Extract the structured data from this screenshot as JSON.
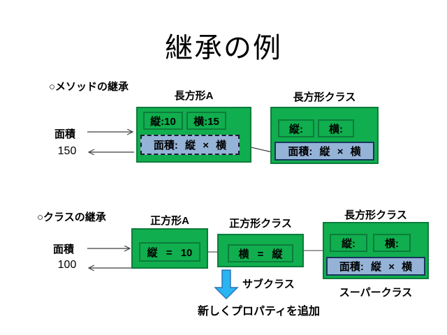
{
  "slide": {
    "title": "継承の例",
    "method_inheritance": {
      "heading": "○メソッドの継承",
      "area_label": "面積",
      "area_result": "150",
      "instance_box": {
        "title": "長方形A",
        "field1": "縦:10",
        "field2": "横:15",
        "formula": "面積: 縦 × 横"
      },
      "class_box": {
        "title": "長方形クラス",
        "field1": "縦:",
        "field2": "横:",
        "formula": "面積: 縦 × 横"
      }
    },
    "class_inheritance": {
      "heading": "○クラスの継承",
      "area_label": "面積",
      "area_result": "100",
      "square_instance_box": {
        "title": "正方形A",
        "field": "縦 = 10"
      },
      "square_class_box": {
        "title": "正方形クラス",
        "field": "横 = 縦"
      },
      "rect_class_box": {
        "title": "長方形クラス",
        "field1": "縦:",
        "field2": "横:",
        "formula": "面積: 縦 × 横"
      },
      "subclass_label": "サブクラス",
      "superclass_label": "スーパークラス",
      "note": "新しくプロパティを追加"
    }
  },
  "colors": {
    "box_green": "#10AE4E",
    "box_green_border": "#0C7C3C",
    "formula_blue": "#95B3D7",
    "formula_blue_border": "#17365D",
    "big_arrow_fill": "#29B5F2",
    "big_arrow_border": "#2E75B6",
    "connector_gray": "#7F7F7F",
    "thin_arrow": "#3F3F3F"
  }
}
